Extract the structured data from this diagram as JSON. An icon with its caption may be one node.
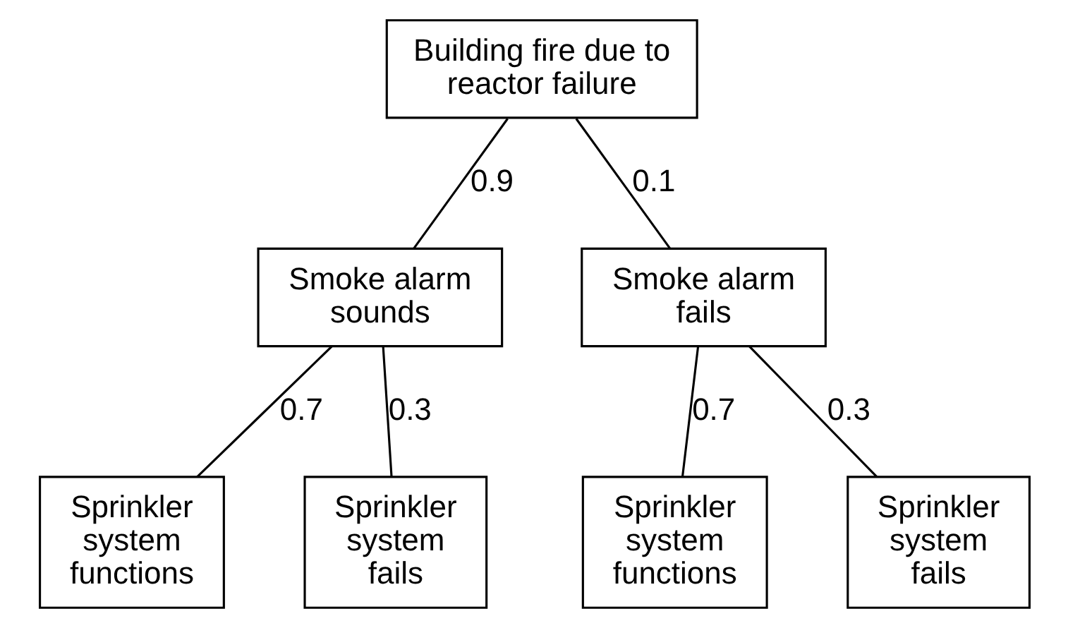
{
  "diagram": {
    "nodes": [
      {
        "text": [
          "Building fire due to reactor failure"
        ]
      },
      {
        "text": [
          "Smoke alarm sounds"
        ]
      },
      {
        "text": [
          "Smoke alarm fails"
        ]
      },
      {
        "text": [
          "Sprinkler system functions"
        ]
      },
      {
        "text": [
          "Sprinkler system fails"
        ]
      },
      {
        "text": [
          "Sprinkler system functions"
        ]
      },
      {
        "text": [
          "Sprinkler system fails"
        ]
      }
    ],
    "edges": [
      {
        "from": 0,
        "to": 1,
        "arrow": "none",
        "label": "0.9"
      },
      {
        "from": 0,
        "to": 2,
        "arrow": "none",
        "label": "0.1"
      },
      {
        "from": 1,
        "to": 3,
        "arrow": "none",
        "label": "0.7"
      },
      {
        "from": 1,
        "to": 4,
        "arrow": "none",
        "label": "0.3"
      },
      {
        "from": 2,
        "to": 5,
        "arrow": "none",
        "label": "0.7"
      },
      {
        "from": 2,
        "to": 6,
        "arrow": "none",
        "label": "0.3"
      }
    ]
  }
}
